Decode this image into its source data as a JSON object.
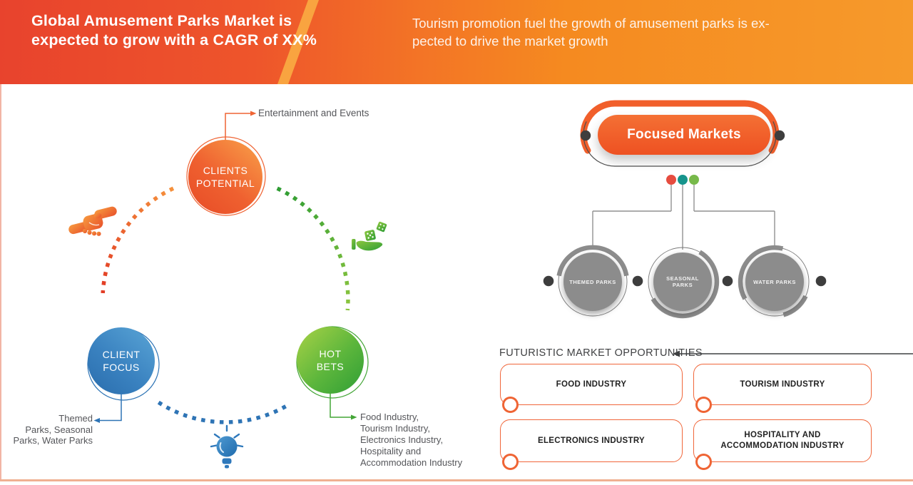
{
  "header": {
    "title_lines": [
      "Global Amusement Parks Market is",
      "expected to grow with a CAGR of XX%"
    ],
    "subtitle_lines": [
      "Tourism promotion fuel the growth of amusement parks is ex-",
      "pected to drive the market growth"
    ],
    "bg_left_color": "#e8432d",
    "bg_right_color": "#f69a2b",
    "stripe_color": "#f9a440"
  },
  "cycle": {
    "clients_potential": {
      "label_lines": [
        "CLIENTS",
        "POTENTIAL"
      ],
      "color": "#ee5a26",
      "annotation": "Entertainment and Events"
    },
    "client_focus": {
      "label_lines": [
        "CLIENT",
        "FOCUS"
      ],
      "color": "#2e74b5",
      "annotation_lines": [
        "Themed",
        "Parks, Seasonal",
        "Parks, Water Parks"
      ]
    },
    "hot_bets": {
      "label_lines": [
        "HOT",
        "BETS"
      ],
      "color": "#43a536",
      "annotation_lines": [
        "Food Industry,",
        "Tourism Industry,",
        "Electronics Industry,",
        "Hospitality and",
        "Accommodation Industry"
      ]
    },
    "icons": {
      "handshake": "handshake-icon",
      "dice_hand": "dice-hand-icon",
      "lightbulb": "lightbulb-icon"
    }
  },
  "focused_markets": {
    "title": "Focused Markets",
    "pill_color": "#f15f2b",
    "dot_colors": [
      "#e64c3f",
      "#16948c",
      "#77b94a"
    ],
    "circle_color": "#8c8c8c",
    "parks": [
      {
        "label": "THEMED PARKS"
      },
      {
        "label": "SEASONAL PARKS"
      },
      {
        "label": "WATER PARKS"
      }
    ]
  },
  "opportunities": {
    "heading": "FUTURISTIC MARKET OPPORTUNITIES",
    "border_color": "#f0663a",
    "items": [
      {
        "label": "FOOD INDUSTRY"
      },
      {
        "label": "TOURISM INDUSTRY"
      },
      {
        "label": "ELECTRONICS INDUSTRY"
      },
      {
        "label": "HOSPITALITY AND ACCOMMODATION INDUSTRY"
      }
    ]
  },
  "frame": {
    "bottom_border_color": "#efb092",
    "left_border_color": "#f2b5a5"
  }
}
